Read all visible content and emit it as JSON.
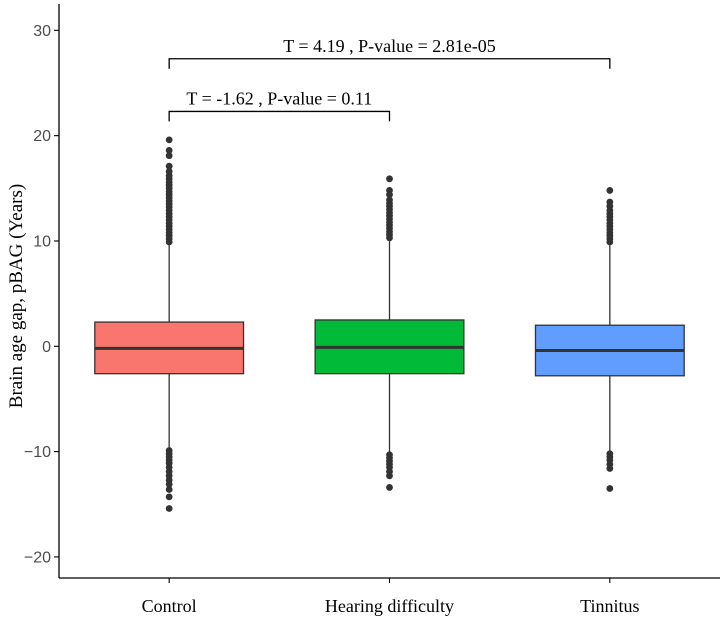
{
  "chart_data": {
    "type": "box",
    "ylabel": "Brain age gap, pBAG (Years)",
    "xlabel": "",
    "ylim": [
      -22,
      32.5
    ],
    "yticks": [
      -20,
      -10,
      0,
      10,
      20,
      30
    ],
    "yticklabels": [
      "−20",
      "−10",
      "0",
      "10",
      "20",
      "30"
    ],
    "grid": false,
    "legend": "none",
    "categories": [
      "Control",
      "Hearing difficulty",
      "Tinnitus"
    ],
    "colors": [
      "#f8766d",
      "#00ba38",
      "#619cff"
    ],
    "boxes": [
      {
        "name": "Control",
        "q1": -2.6,
        "median": -0.2,
        "q3": 2.3,
        "whisker_low": -9.8,
        "whisker_high": 9.8,
        "outliers": [
          19.6,
          18.6,
          18.1,
          17.1,
          16.6,
          16.2,
          15.9,
          15.6,
          15.3,
          15.0,
          14.7,
          14.4,
          14.1,
          13.8,
          13.5,
          13.2,
          12.9,
          12.6,
          12.3,
          12.0,
          11.7,
          11.4,
          11.1,
          10.8,
          10.5,
          10.2,
          9.9,
          -9.9,
          -10.2,
          -10.5,
          -10.8,
          -11.1,
          -11.5,
          -11.9,
          -12.3,
          -12.7,
          -13.1,
          -13.6,
          -14.3,
          -15.4
        ]
      },
      {
        "name": "Hearing difficulty",
        "q1": -2.6,
        "median": -0.1,
        "q3": 2.5,
        "whisker_low": -10.1,
        "whisker_high": 10.1,
        "outliers": [
          15.9,
          14.8,
          14.4,
          13.9,
          13.6,
          13.3,
          13.0,
          12.7,
          12.4,
          12.1,
          11.8,
          11.5,
          11.2,
          10.9,
          10.6,
          10.3,
          -10.3,
          -10.6,
          -10.9,
          -11.2,
          -11.5,
          -11.9,
          -12.3,
          -13.4
        ]
      },
      {
        "name": "Tinnitus",
        "q1": -2.8,
        "median": -0.4,
        "q3": 2.0,
        "whisker_low": -10.1,
        "whisker_high": 9.6,
        "outliers": [
          14.8,
          13.7,
          13.3,
          12.9,
          12.6,
          12.3,
          12.0,
          11.7,
          11.4,
          11.1,
          10.8,
          10.5,
          10.2,
          9.9,
          -10.2,
          -10.5,
          -10.8,
          -11.2,
          -11.6,
          -13.5
        ]
      }
    ],
    "annotations": [
      {
        "from": "Control",
        "to": "Hearing difficulty",
        "y": 22.3,
        "label": "T = -1.62 , P-value = 0.11"
      },
      {
        "from": "Control",
        "to": "Tinnitus",
        "y": 27.3,
        "label": "T = 4.19 , P-value = 2.81e-05"
      }
    ]
  }
}
